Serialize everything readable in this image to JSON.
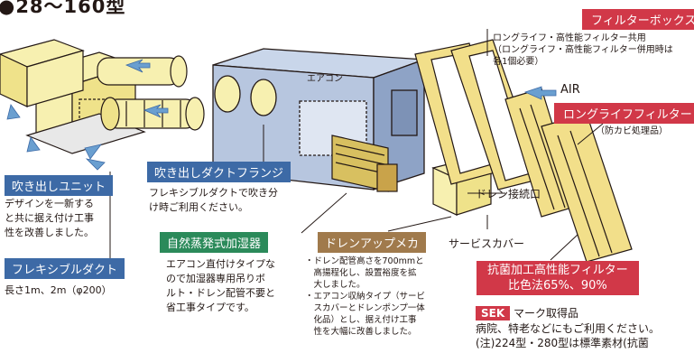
{
  "header": {
    "title": "●28〜160型"
  },
  "diagram": {
    "unit_label": "エアコン",
    "air_label": "AIR"
  },
  "labels": {
    "filter_box": "フィルターボックス",
    "filter_box_desc": [
      "ロングライフ・高性能フィルター共用",
      "（ロングライフ・高性能フィルター併用時は",
      "各1個必要）"
    ],
    "long_life_filter": "ロングライフフィルター",
    "long_life_filter_desc": "（防カビ処理品）",
    "outlet_unit": "吹き出しユニット",
    "outlet_unit_desc": [
      "デザインを一新する",
      "と共に据え付け工事",
      "性を改善しました。"
    ],
    "flexible_duct": "フレキシブルダクト",
    "flexible_duct_desc": "長さ1m、2m（φ200）",
    "duct_flange": "吹き出しダクトフランジ",
    "duct_flange_desc": [
      "フレキシブルダクトで吹き分",
      "け時ご利用ください。"
    ],
    "humidifier": "自然蒸発式加湿器",
    "humidifier_desc": [
      "エアコン直付けタイプな",
      "ので加湿器専用吊りボ",
      "ルト・ドレン配管不要と",
      "省工事タイプです。"
    ],
    "drain_up": "ドレンアップメカ",
    "drain_up_desc": [
      "・ドレン配管高さを700mmと",
      "　高揚程化し、設置裕度を拡",
      "　大しました。",
      "・エアコン収納タイプ（サービ",
      "　スカバーとドレンポンプ一体",
      "　化品）とし、据え付け工事",
      "　性を大幅に改善しました。"
    ],
    "drain_port": "ドレン接続口",
    "service_cover": "サービスカバー",
    "hepa": [
      "抗菌加工高性能フィルター",
      "比色法65%、90%"
    ],
    "sek_badge": "SEK",
    "sek_text": "マーク取得品",
    "hepa_desc": [
      "病院、特老などにもご利用ください。",
      "(注)224型・280型は標準素材(抗菌"
    ]
  }
}
